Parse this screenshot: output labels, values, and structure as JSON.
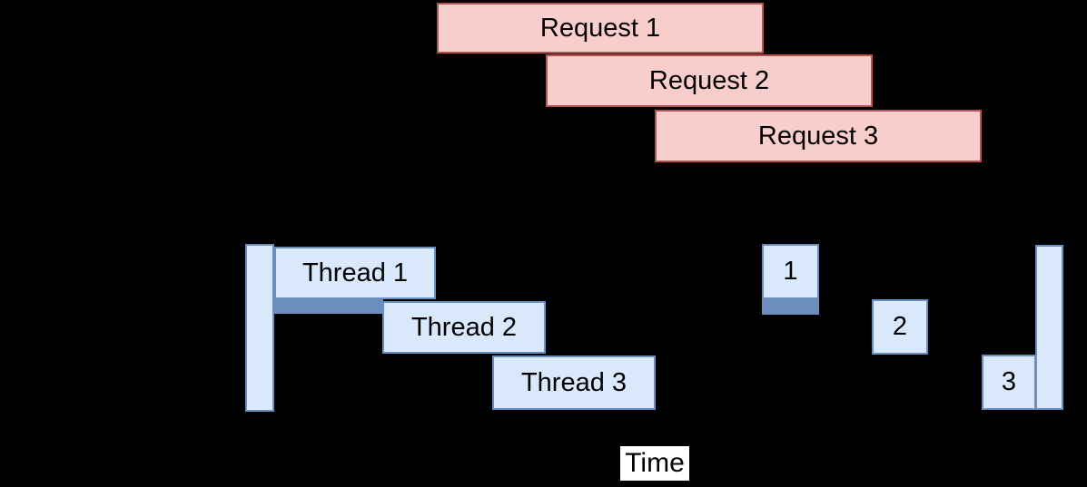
{
  "diagram": {
    "title": "requests-vs-thread-pool-timeline",
    "background": "#000000"
  },
  "colors": {
    "request_fill": "#f8cecc",
    "request_border": "#b85450",
    "thread_fill": "#dae8fc",
    "thread_border": "#6c8ebf",
    "busy_strip_fill": "#6c8ebf",
    "text": "#000000",
    "time_label_bg": "#ffffff"
  },
  "requests": [
    {
      "label": "Request 1"
    },
    {
      "label": "Request 2"
    },
    {
      "label": "Request 3"
    }
  ],
  "threads": [
    {
      "label": "Thread 1"
    },
    {
      "label": "Thread 2"
    },
    {
      "label": "Thread 3"
    }
  ],
  "responses": [
    {
      "label": "1"
    },
    {
      "label": "2"
    },
    {
      "label": "3"
    }
  ],
  "axis": {
    "time_label": "Time"
  }
}
